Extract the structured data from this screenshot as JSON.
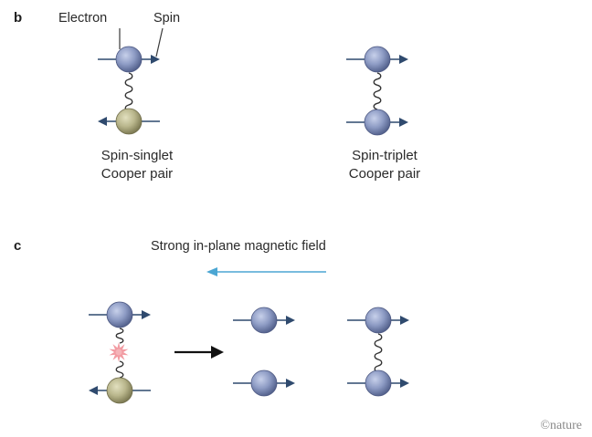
{
  "panel_b": {
    "letter": "b",
    "label_electron": "Electron",
    "label_spin": "Spin",
    "singlet_caption_line1": "Spin-singlet",
    "singlet_caption_line2": "Cooper pair",
    "triplet_caption_line1": "Spin-triplet",
    "triplet_caption_line2": "Cooper pair"
  },
  "panel_c": {
    "letter": "c",
    "field_label": "Strong in-plane magnetic field"
  },
  "credit": "©nature",
  "colors": {
    "electron_up": "#8d9bc4",
    "electron_down": "#b9b68c",
    "spin_arrow": "#2f4a6e",
    "field_arrow": "#4ba6d3",
    "spring": "#333333",
    "burst": "#f08a92"
  }
}
